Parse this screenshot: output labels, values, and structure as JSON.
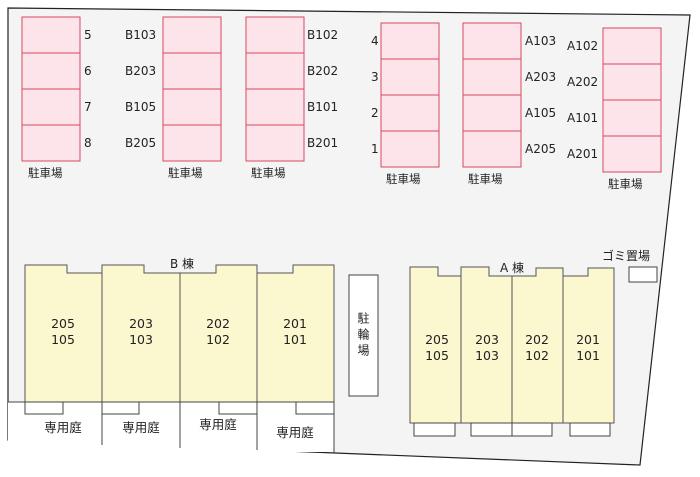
{
  "parking": [
    {
      "caption": "駐車場",
      "labels": [
        "5",
        "6",
        "7",
        "8"
      ]
    },
    {
      "caption": "駐車場",
      "labels": [
        "B103",
        "B203",
        "B105",
        "B205"
      ]
    },
    {
      "caption": "駐車場",
      "labels": [
        "B102",
        "B202",
        "B101",
        "B201"
      ]
    },
    {
      "caption": "駐車場",
      "labels": [
        "4",
        "3",
        "2",
        "1"
      ]
    },
    {
      "caption": "駐車場",
      "labels": [
        "A103",
        "A203",
        "A105",
        "A205"
      ]
    },
    {
      "caption": "駐車場",
      "labels": [
        "A102",
        "A202",
        "A101",
        "A201"
      ]
    }
  ],
  "building_b": {
    "title": "B 棟",
    "units": [
      [
        "205",
        "105"
      ],
      [
        "203",
        "103"
      ],
      [
        "202",
        "102"
      ],
      [
        "201",
        "101"
      ]
    ],
    "garden": "専用庭"
  },
  "building_a": {
    "title": "A 棟",
    "units": [
      [
        "205",
        "105"
      ],
      [
        "203",
        "103"
      ],
      [
        "202",
        "102"
      ],
      [
        "201",
        "101"
      ]
    ]
  },
  "bicycle_parking": "駐輪場",
  "garbage": "ゴミ置場",
  "colors": {
    "parking_fill": "#fde4ea",
    "parking_stroke": "#d9485f",
    "building_fill": "#fbf8cf",
    "site_fill": "#f4f4f4"
  }
}
